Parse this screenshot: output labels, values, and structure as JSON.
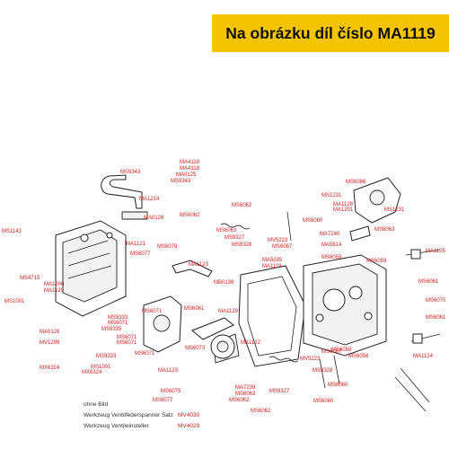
{
  "header": {
    "title": "Na obrázku díl číslo MA1119"
  },
  "colors": {
    "banner": "#f5c400",
    "label": "#d21a1a",
    "line": "#222222"
  },
  "labels": [
    "MS9343",
    "MA4118",
    "MA4118",
    "MA0125",
    "MS9343",
    "MA1214",
    "MA0128",
    "MS6062",
    "MS6062",
    "MS6063",
    "MS9327",
    "MV5223",
    "MS9328",
    "MS6067",
    "MA5035",
    "MA1119",
    "MS6086",
    "MS1231",
    "MA1128",
    "MA1201",
    "MS1231",
    "MS6080",
    "MS6063",
    "MA7240",
    "MA5614",
    "MS6059",
    "MS6059",
    "MA1125",
    "MS6061",
    "MS6070",
    "MS6061",
    "MA1124",
    "MS1142",
    "MA1121",
    "MS6078",
    "MS6077",
    "MA1123",
    "MS4715",
    "MA1206",
    "MA1120",
    "MB0138",
    "MS1001",
    "MS6071",
    "MS9333",
    "MS6071",
    "MS9335",
    "MS6061",
    "MA0126",
    "MV1299",
    "MA1129",
    "MS6071",
    "MS6071",
    "MS6073",
    "MS9333",
    "MS6071",
    "MA1122",
    "MS1001",
    "MX6324",
    "MX6324",
    "MS6067",
    "MV5223",
    "MS6058",
    "MS6058",
    "MS9328",
    "MA1123",
    "MA7239",
    "MS6063",
    "MS6062",
    "MS9327",
    "MS6075",
    "MS6077",
    "MS6062",
    "MS6060",
    "MS6060"
  ],
  "footer": [
    {
      "key": "ohne Bild",
      "value": ""
    },
    {
      "key": "Werkzeug Ventilfederspanner Satz",
      "value": "MV4030"
    },
    {
      "key": "Werkzeug Ventileinsteller",
      "value": "MV4029"
    }
  ]
}
